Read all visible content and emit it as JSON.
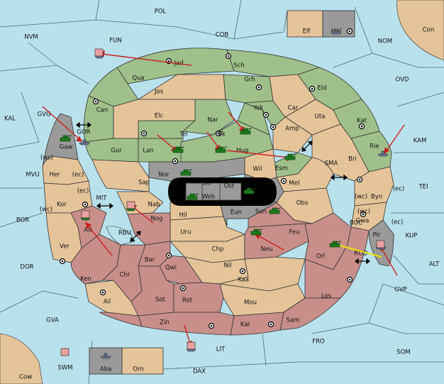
{
  "board": {
    "colors": {
      "sea": "#b9e1ec",
      "neutral": "#e6c49a",
      "green": "#9fc08a",
      "red": "#c88f8a",
      "grey": "#9a9a9a",
      "black": "#000000",
      "arrow": "#cc1f1f",
      "support": "#e8e800"
    },
    "sea_labels": [
      {
        "id": "pol",
        "text": "POL"
      },
      {
        "id": "nvm",
        "text": "NVM"
      },
      {
        "id": "fun",
        "text": "FUN"
      },
      {
        "id": "cob",
        "text": "COB"
      },
      {
        "id": "nom",
        "text": "NOM"
      },
      {
        "id": "con",
        "text": "Con"
      },
      {
        "id": "ovd",
        "text": "OVD"
      },
      {
        "id": "kal",
        "text": "KAL"
      },
      {
        "id": "gvg",
        "text": "GVG"
      },
      {
        "id": "kam",
        "text": "KAM"
      },
      {
        "id": "mvu",
        "text": "MVU"
      },
      {
        "id": "sma",
        "text": "SMA"
      },
      {
        "id": "tei",
        "text": "TEI"
      },
      {
        "id": "bor",
        "text": "BOR"
      },
      {
        "id": "mit",
        "text": "MIT"
      },
      {
        "id": "buc",
        "text": "BUC"
      },
      {
        "id": "kup",
        "text": "KUP"
      },
      {
        "id": "rbu",
        "text": "RBU"
      },
      {
        "id": "rod",
        "text": "ROD"
      },
      {
        "id": "dor",
        "text": "DOR"
      },
      {
        "id": "alt",
        "text": "ALT"
      },
      {
        "id": "gvp",
        "text": "GVP"
      },
      {
        "id": "gva",
        "text": "GVA"
      },
      {
        "id": "fro",
        "text": "FRO"
      },
      {
        "id": "som",
        "text": "SOM"
      },
      {
        "id": "lit",
        "text": "LIT"
      },
      {
        "id": "swm",
        "text": "SWM"
      },
      {
        "id": "dax",
        "text": "DAX"
      },
      {
        "id": "cow",
        "text": "Cow"
      },
      {
        "id": "gor",
        "text": "GOR"
      }
    ],
    "land_labels": [
      {
        "id": "elf",
        "text": "Elf"
      },
      {
        "id": "hel",
        "text": "Hel"
      },
      {
        "id": "jad",
        "text": "Jad"
      },
      {
        "id": "sch",
        "text": "Sch"
      },
      {
        "id": "qua",
        "text": "Qua"
      },
      {
        "id": "jos",
        "text": "Jos"
      },
      {
        "id": "grh",
        "text": "Grh"
      },
      {
        "id": "eld",
        "text": "Eld"
      },
      {
        "id": "can",
        "text": "Can"
      },
      {
        "id": "yok",
        "text": "Yok"
      },
      {
        "id": "car",
        "text": "Car"
      },
      {
        "id": "uta",
        "text": "Uta"
      },
      {
        "id": "elc",
        "text": "Elc"
      },
      {
        "id": "nar",
        "text": "Nar"
      },
      {
        "id": "kat",
        "text": "Kat"
      },
      {
        "id": "tel",
        "text": "Tel"
      },
      {
        "id": "olk",
        "text": "Olk"
      },
      {
        "id": "amp",
        "text": "Amp"
      },
      {
        "id": "gur",
        "text": "Gur"
      },
      {
        "id": "lan",
        "text": "Lan"
      },
      {
        "id": "hug",
        "text": "Hug"
      },
      {
        "id": "rie",
        "text": "Rie"
      },
      {
        "id": "gaw",
        "text": "Gaw"
      },
      {
        "id": "esm",
        "text": "Esm"
      },
      {
        "id": "bri",
        "text": "Bri"
      },
      {
        "id": "wil",
        "text": "Wil"
      },
      {
        "id": "nor",
        "text": "Nor"
      },
      {
        "id": "her",
        "text": "Her"
      },
      {
        "id": "skr",
        "text": "Skr"
      },
      {
        "id": "sap",
        "text": "Sap"
      },
      {
        "id": "ost",
        "text": "Ost"
      },
      {
        "id": "mel",
        "text": "Mel"
      },
      {
        "id": "web",
        "text": "Web"
      },
      {
        "id": "byn",
        "text": "Byn"
      },
      {
        "id": "kor",
        "text": "Kor"
      },
      {
        "id": "nab",
        "text": "Nab"
      },
      {
        "id": "obs",
        "text": "Obs"
      },
      {
        "id": "eun",
        "text": "Eun"
      },
      {
        "id": "hil",
        "text": "Hil"
      },
      {
        "id": "sun",
        "text": "Sun"
      },
      {
        "id": "gwa",
        "text": "Gwa"
      },
      {
        "id": "ait",
        "text": "Ait"
      },
      {
        "id": "nog",
        "text": "Nog"
      },
      {
        "id": "uru",
        "text": "Uru"
      },
      {
        "id": "feu",
        "text": "Feu"
      },
      {
        "id": "pir",
        "text": "Pir"
      },
      {
        "id": "ver",
        "text": "Ver"
      },
      {
        "id": "chp",
        "text": "Chp"
      },
      {
        "id": "neu",
        "text": "Neu"
      },
      {
        "id": "orl",
        "text": "Orl"
      },
      {
        "id": "bar",
        "text": "Bar"
      },
      {
        "id": "qwi",
        "text": "Qwi"
      },
      {
        "id": "nil",
        "text": "Nil"
      },
      {
        "id": "ken",
        "text": "Ken"
      },
      {
        "id": "chr",
        "text": "Chr"
      },
      {
        "id": "kaa",
        "text": "Kaa"
      },
      {
        "id": "ail",
        "text": "Ail"
      },
      {
        "id": "sot",
        "text": "Sot"
      },
      {
        "id": "rot",
        "text": "Rot"
      },
      {
        "id": "mou",
        "text": "Mou"
      },
      {
        "id": "los",
        "text": "Los"
      },
      {
        "id": "zin",
        "text": "Zin"
      },
      {
        "id": "kar",
        "text": "Kar"
      },
      {
        "id": "sam",
        "text": "Sam"
      },
      {
        "id": "aba",
        "text": "Aba"
      },
      {
        "id": "orn",
        "text": "Orn"
      }
    ],
    "coast_labels": [
      {
        "id": "wc1",
        "text": "(wc)"
      },
      {
        "id": "ec1",
        "text": "(ec)"
      },
      {
        "id": "ec2",
        "text": "(ec)"
      },
      {
        "id": "wc2",
        "text": "(wc)"
      },
      {
        "id": "wc3",
        "text": "(wc)"
      },
      {
        "id": "ec3",
        "text": "(ec)"
      },
      {
        "id": "wc4",
        "text": "(wc)"
      },
      {
        "id": "ec4",
        "text": "(ec)"
      }
    ]
  }
}
